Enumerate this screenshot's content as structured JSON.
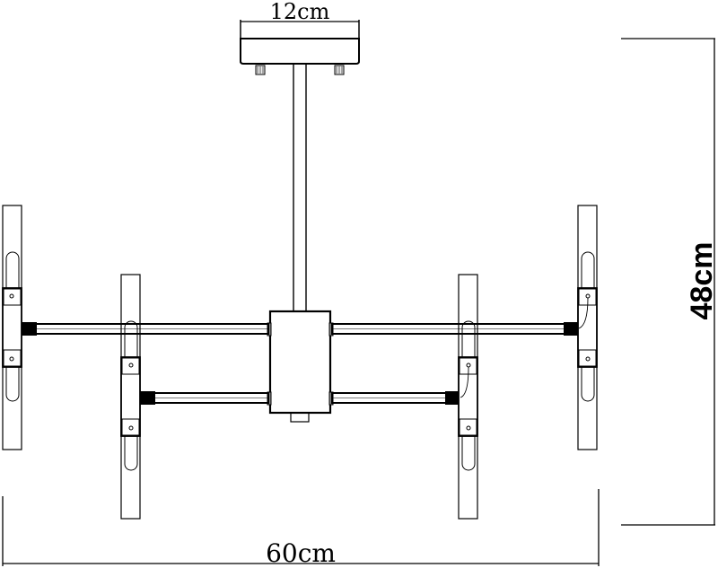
{
  "diagram": {
    "type": "technical-drawing",
    "subject": "ceiling chandelier with 4 vertical linear lamps",
    "stroke_color": "#000000",
    "background": "#ffffff"
  },
  "dimensions": {
    "canopy_width": "12cm",
    "total_height": "48cm",
    "total_width": "60cm"
  }
}
